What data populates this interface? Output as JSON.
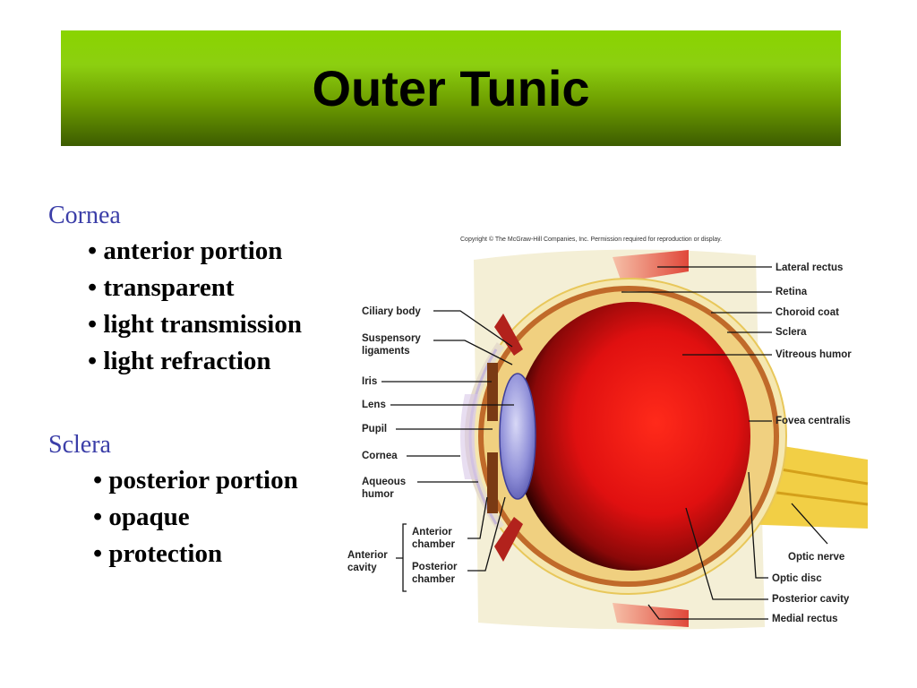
{
  "title": "Outer Tunic",
  "sections": [
    {
      "heading": "Cornea",
      "bullets": [
        "• anterior portion",
        "• transparent",
        "• light transmission",
        "• light refraction"
      ]
    },
    {
      "heading": "Sclera",
      "bullets": [
        "• posterior portion",
        "• opaque",
        "• protection"
      ]
    }
  ],
  "diagram": {
    "copyright": "Copyright © The McGraw-Hill Companies, Inc. Permission required for reproduction or display.",
    "labels_left": {
      "ciliary_body": "Ciliary body",
      "suspensory_1": "Suspensory",
      "suspensory_2": "ligaments",
      "iris": "Iris",
      "lens": "Lens",
      "pupil": "Pupil",
      "cornea": "Cornea",
      "aqueous_1": "Aqueous",
      "aqueous_2": "humor",
      "anterior_chamber_1": "Anterior",
      "anterior_chamber_2": "chamber",
      "posterior_chamber_1": "Posterior",
      "posterior_chamber_2": "chamber",
      "anterior_cavity_1": "Anterior",
      "anterior_cavity_2": "cavity"
    },
    "labels_right": {
      "lateral_rectus": "Lateral rectus",
      "retina": "Retina",
      "choroid_coat": "Choroid coat",
      "sclera": "Sclera",
      "vitreous_humor": "Vitreous humor",
      "fovea_centralis": "Fovea centralis",
      "optic_nerve": "Optic nerve",
      "optic_disc": "Optic disc",
      "posterior_cavity": "Posterior cavity",
      "medial_rectus": "Medial rectus"
    },
    "colors": {
      "title_bar": "#8ad400",
      "heading": "#3b3ea8",
      "vitreous": "#e01010",
      "sclera": "#f5e7b0"
    }
  }
}
